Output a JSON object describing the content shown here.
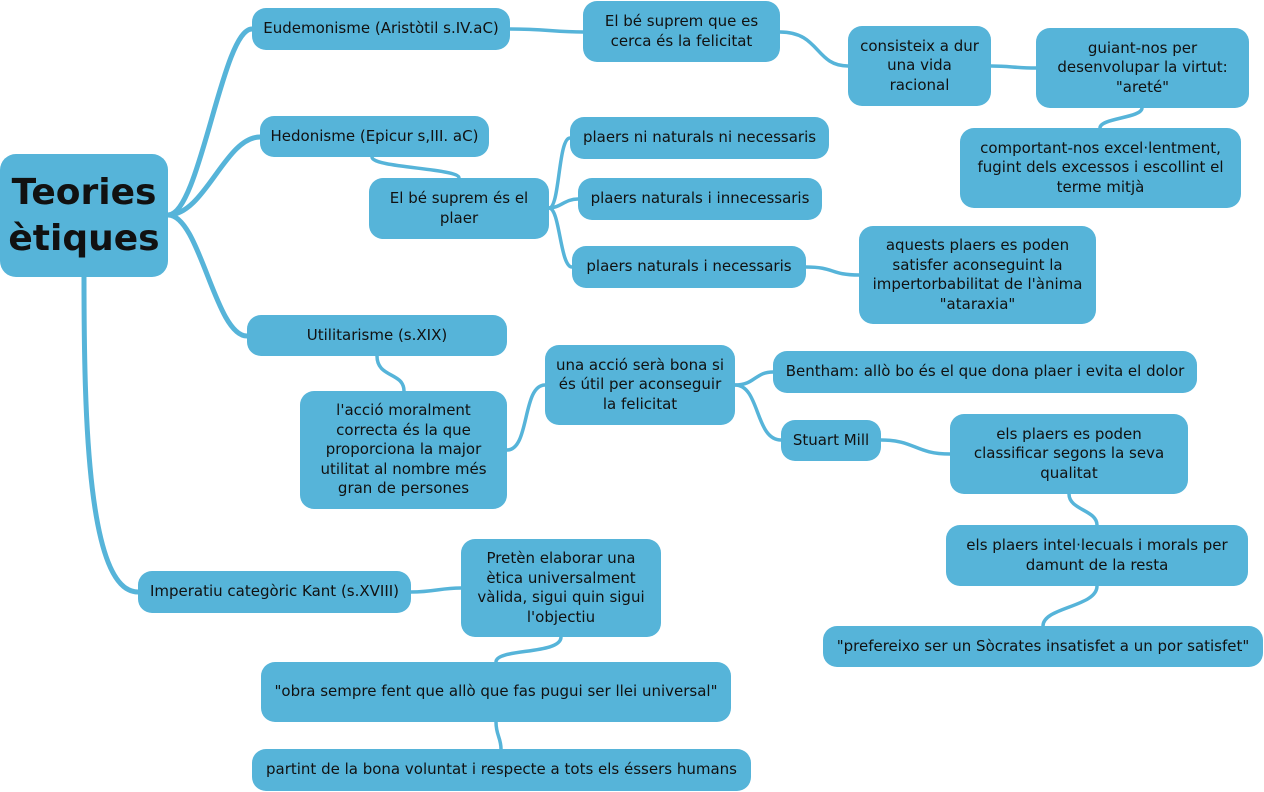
{
  "colors": {
    "node_fill": "#56b4d9",
    "link": "#56b4d9",
    "text": "#111111",
    "background": "#ffffff"
  },
  "root": {
    "title": "Teories\nètiques"
  },
  "branches": {
    "eudemonisme": {
      "label": "Eudemonisme (Aristòtil s.IV.aC)",
      "be_suprem": "El bé suprem que es\ncerca és la felicitat",
      "vida_racional": "consisteix a dur\nuna vida\nracional",
      "virtut": "guiant-nos per\ndesenvolupar la virtut:\n\"areté\"",
      "terme_mitja": "comportant-nos excel·lentment,\nfugint dels excessos i escollint el\nterme mitjà"
    },
    "hedonisme": {
      "label": "Hedonisme (Epicur s,III. aC)",
      "be_suprem": "El bé suprem és el\nplaer",
      "plaers_ni": "plaers ni naturals ni necessaris",
      "plaers_innecessaris": "plaers naturals i innecessaris",
      "plaers_necessaris": "plaers naturals i necessaris",
      "ataraxia": "aquests plaers es poden\nsatisfer aconseguint la\nimpertorbabilitat de l'ànima\n\"ataraxia\""
    },
    "utilitarisme": {
      "label": "Utilitarisme (s.XIX)",
      "accio_correcta": "l'acció moralment\ncorrecta és la que\nproporciona la major\nutilitat al nombre més\ngran de persones",
      "accio_bona": "una acció serà bona si\nés útil per aconseguir\nla felicitat",
      "bentham": "Bentham: allò bo és el que dona plaer i evita el dolor",
      "stuart_mill": "Stuart Mill",
      "classificar": "els plaers es poden\nclassificar segons la seva\nqualitat",
      "intellecuals": "els plaers intel·lecuals i morals per\ndamunt de la resta",
      "socrates": "\"prefereixo ser un Sòcrates insatisfet a un por satisfet\""
    },
    "kant": {
      "label": "Imperatiu categòric Kant (s.XVIII)",
      "etica_universal": "Pretèn elaborar una\nètica universalment\nvàlida, sigui quin sigui\nl'objectiu",
      "llei_universal": "\"obra sempre fent que allò que fas pugui ser llei universal\"",
      "bona_voluntat": "partint de la bona voluntat i respecte a tots els éssers humans"
    }
  }
}
